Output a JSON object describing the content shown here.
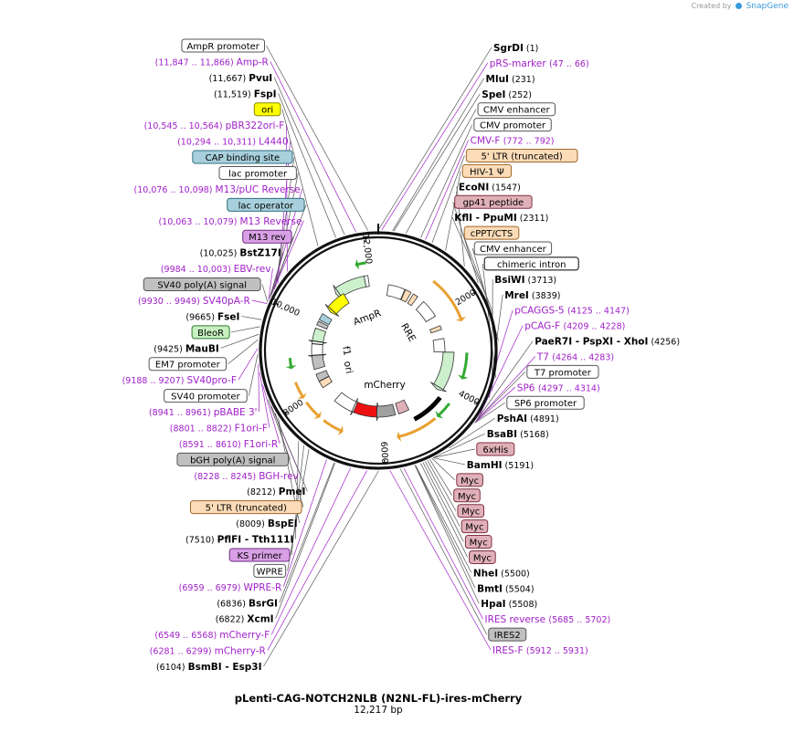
{
  "header": {
    "credit_prefix": "Created by",
    "brand": "SnapGene"
  },
  "plasmid": {
    "name": "pLenti-CAG-NOTCH2NLB (N2NL-FL)-ires-mCherry",
    "size_label": "12,217 bp",
    "total_bp": 12217
  },
  "ring_ticks": [
    {
      "bp": 2000,
      "label": "2000"
    },
    {
      "bp": 4000,
      "label": "4000"
    },
    {
      "bp": 6000,
      "label": "6000"
    },
    {
      "bp": 8000,
      "label": "8000"
    },
    {
      "bp": 10000,
      "label": "10,000"
    },
    {
      "bp": 12000,
      "label": "12,000"
    }
  ],
  "inner_feature_labels": [
    {
      "text": "AmpR"
    },
    {
      "text": "RRE"
    },
    {
      "text": "mCherry"
    },
    {
      "text": "ori"
    },
    {
      "text": "f1"
    }
  ],
  "labels_left": [
    {
      "kind": "box",
      "text": "AmpR promoter",
      "fill": "#ffffff",
      "stroke": "#555555",
      "bp": 12050
    },
    {
      "kind": "primer",
      "text": "Amp-R",
      "pos": "(11,847 .. 11,866)",
      "bp": 11856
    },
    {
      "kind": "enzyme",
      "text": "PvuI",
      "pos": "(11,667)",
      "bp": 11667
    },
    {
      "kind": "enzyme",
      "text": "FspI",
      "pos": "(11,519)",
      "bp": 11519
    },
    {
      "kind": "box",
      "text": "ori",
      "fill": "#ffff00",
      "stroke": "#888800",
      "bp": 11200
    },
    {
      "kind": "primer",
      "text": "pBR322ori-F",
      "pos": "(10,545 .. 10,564)",
      "bp": 10555
    },
    {
      "kind": "primer",
      "text": "L4440",
      "pos": "(10,294 .. 10,311)",
      "bp": 10302
    },
    {
      "kind": "box",
      "text": "CAP binding site",
      "fill": "#a8d0dc",
      "stroke": "#2f6f80",
      "bp": 10240
    },
    {
      "kind": "box",
      "text": "lac promoter",
      "fill": "#ffffff",
      "stroke": "#555555",
      "bp": 10200
    },
    {
      "kind": "primer",
      "text": "M13/pUC Reverse",
      "pos": "(10,076 .. 10,098)",
      "bp": 10087
    },
    {
      "kind": "box",
      "text": "lac operator",
      "fill": "#a8d0dc",
      "stroke": "#2f6f80",
      "bp": 10115
    },
    {
      "kind": "primer",
      "text": "M13 Reverse",
      "pos": "(10,063 .. 10,079)",
      "bp": 10071
    },
    {
      "kind": "box",
      "text": "M13 rev",
      "fill": "#d9a0e6",
      "stroke": "#6a2d80",
      "bp": 10065
    },
    {
      "kind": "enzyme",
      "text": "BstZ17I",
      "pos": "(10,025)",
      "bp": 10025
    },
    {
      "kind": "primer",
      "text": "EBV-rev",
      "pos": "(9984 .. 10,003)",
      "bp": 9993
    },
    {
      "kind": "box",
      "text": "SV40 poly(A) signal",
      "fill": "#c0c0c0",
      "stroke": "#555555",
      "bp": 9960
    },
    {
      "kind": "primer",
      "text": "SV40pA-R",
      "pos": "(9930 .. 9949)",
      "bp": 9940
    },
    {
      "kind": "enzyme",
      "text": "FseI",
      "pos": "(9665)",
      "bp": 9665
    },
    {
      "kind": "box",
      "text": "BleoR",
      "fill": "#c8f0c0",
      "stroke": "#2e7a2e",
      "bp": 9550
    },
    {
      "kind": "enzyme",
      "text": "MauBI",
      "pos": "(9425)",
      "bp": 9425
    },
    {
      "kind": "box",
      "text": "EM7 promoter",
      "fill": "#ffffff",
      "stroke": "#555555",
      "bp": 9340
    },
    {
      "kind": "primer",
      "text": "SV40pro-F",
      "pos": "(9188 .. 9207)",
      "bp": 9197
    },
    {
      "kind": "box",
      "text": "SV40 promoter",
      "fill": "#ffffff",
      "stroke": "#555555",
      "bp": 9100
    },
    {
      "kind": "primer",
      "text": "pBABE 3'",
      "pos": "(8941 .. 8961)",
      "bp": 8951
    },
    {
      "kind": "primer",
      "text": "F1ori-F",
      "pos": "(8801 .. 8822)",
      "bp": 8811
    },
    {
      "kind": "primer",
      "text": "F1ori-R",
      "pos": "(8591 .. 8610)",
      "bp": 8600
    },
    {
      "kind": "box",
      "text": "bGH poly(A) signal",
      "fill": "#c0c0c0",
      "stroke": "#555555",
      "bp": 8350
    },
    {
      "kind": "primer",
      "text": "BGH-rev",
      "pos": "(8228 .. 8245)",
      "bp": 8236
    },
    {
      "kind": "enzyme",
      "text": "PmeI",
      "pos": "(8212)",
      "bp": 8212
    },
    {
      "kind": "box",
      "text": "5' LTR (truncated)",
      "fill": "#fcdcb8",
      "stroke": "#a0662a",
      "bp": 8100
    },
    {
      "kind": "enzyme",
      "text": "BspEI",
      "pos": "(8009)",
      "bp": 8009
    },
    {
      "kind": "enzyme2",
      "text": "PflFI",
      "text2": "Tth111I",
      "pos": "(7510)",
      "bp": 7510
    },
    {
      "kind": "box",
      "text": "KS primer",
      "fill": "#d9a0e6",
      "stroke": "#6a2d80",
      "bp": 7400
    },
    {
      "kind": "box",
      "text": "WPRE",
      "fill": "#ffffff",
      "stroke": "#555555",
      "bp": 7300
    },
    {
      "kind": "primer",
      "text": "WPRE-R",
      "pos": "(6959 .. 6979)",
      "bp": 6969
    },
    {
      "kind": "enzyme",
      "text": "BsrGI",
      "pos": "(6836)",
      "bp": 6836
    },
    {
      "kind": "enzyme",
      "text": "XcmI",
      "pos": "(6822)",
      "bp": 6822
    },
    {
      "kind": "primer",
      "text": "mCherry-F",
      "pos": "(6549 .. 6568)",
      "bp": 6558
    },
    {
      "kind": "primer",
      "text": "mCherry-R",
      "pos": "(6281 .. 6299)",
      "bp": 6290
    },
    {
      "kind": "enzyme2",
      "text": "BsmBI",
      "text2": "Esp3I",
      "pos": "(6104)",
      "bp": 6104
    }
  ],
  "labels_right": [
    {
      "kind": "enzyme",
      "text": "SgrDI",
      "pos": "(1)",
      "bp": 1
    },
    {
      "kind": "primer",
      "text": "pRS-marker",
      "pos": "(47 .. 66)",
      "bp": 56
    },
    {
      "kind": "enzyme",
      "text": "MluI",
      "pos": "(231)",
      "bp": 231
    },
    {
      "kind": "enzyme",
      "text": "SpeI",
      "pos": "(252)",
      "bp": 252
    },
    {
      "kind": "box",
      "text": "CMV enhancer",
      "fill": "#ffffff",
      "stroke": "#555555",
      "bp": 450
    },
    {
      "kind": "box",
      "text": "CMV promoter",
      "fill": "#ffffff",
      "stroke": "#555555",
      "bp": 700
    },
    {
      "kind": "primer",
      "text": "CMV-F",
      "pos": "(772 .. 792)",
      "bp": 782
    },
    {
      "kind": "box",
      "text": "5' LTR (truncated)",
      "fill": "#fcdcb8",
      "stroke": "#a0662a",
      "bp": 900
    },
    {
      "kind": "box",
      "text": "HIV-1 Ψ",
      "fill": "#fcdcb8",
      "stroke": "#a0662a",
      "bp": 1150
    },
    {
      "kind": "enzyme",
      "text": "EcoNI",
      "pos": "(1547)",
      "bp": 1547
    },
    {
      "kind": "box",
      "text": "gp41 peptide",
      "fill": "#e0b0b8",
      "stroke": "#803040",
      "bp": 1900
    },
    {
      "kind": "enzyme2",
      "text": "KflI",
      "text2": "PpuMI",
      "pos": "(2311)",
      "bp": 2311
    },
    {
      "kind": "box",
      "text": "cPPT/CTS",
      "fill": "#fcdcb8",
      "stroke": "#a0662a",
      "bp": 2450
    },
    {
      "kind": "box",
      "text": "CMV enhancer",
      "fill": "#ffffff",
      "stroke": "#555555",
      "bp": 2900
    },
    {
      "kind": "box",
      "text": "chimeric intron",
      "fill": "#ffffff",
      "stroke": "#000000",
      "bp": 3500
    },
    {
      "kind": "enzyme",
      "text": "BsiWI",
      "pos": "(3713)",
      "bp": 3713
    },
    {
      "kind": "enzyme",
      "text": "MreI",
      "pos": "(3839)",
      "bp": 3839
    },
    {
      "kind": "primer",
      "text": "pCAGGS-5",
      "pos": "(4125 .. 4147)",
      "bp": 4136
    },
    {
      "kind": "primer",
      "text": "pCAG-F",
      "pos": "(4209 .. 4228)",
      "bp": 4218
    },
    {
      "kind": "enzyme3",
      "text": "PaeR7I",
      "text2": "PspXI",
      "text3": "XhoI",
      "pos": "(4256)",
      "bp": 4256
    },
    {
      "kind": "primer",
      "text": "T7",
      "pos": "(4264 .. 4283)",
      "bp": 4273
    },
    {
      "kind": "box",
      "text": "T7 promoter",
      "fill": "#ffffff",
      "stroke": "#555555",
      "bp": 4280
    },
    {
      "kind": "primer",
      "text": "SP6",
      "pos": "(4297 .. 4314)",
      "bp": 4305
    },
    {
      "kind": "box",
      "text": "SP6 promoter",
      "fill": "#ffffff",
      "stroke": "#555555",
      "bp": 4310
    },
    {
      "kind": "enzyme",
      "text": "PshAI",
      "pos": "(4891)",
      "bp": 4891
    },
    {
      "kind": "enzyme",
      "text": "BsaBI",
      "pos": "(5168)",
      "bp": 5168
    },
    {
      "kind": "box",
      "text": "6xHis",
      "fill": "#e0b0b8",
      "stroke": "#803040",
      "bp": 5180
    },
    {
      "kind": "enzyme",
      "text": "BamHI",
      "pos": "(5191)",
      "bp": 5191
    },
    {
      "kind": "box",
      "text": "Myc",
      "fill": "#e0b0b8",
      "stroke": "#803040",
      "bp": 5210
    },
    {
      "kind": "box",
      "text": "Myc",
      "fill": "#e0b0b8",
      "stroke": "#803040",
      "bp": 5250
    },
    {
      "kind": "box",
      "text": "Myc",
      "fill": "#e0b0b8",
      "stroke": "#803040",
      "bp": 5290
    },
    {
      "kind": "box",
      "text": "Myc",
      "fill": "#e0b0b8",
      "stroke": "#803040",
      "bp": 5330
    },
    {
      "kind": "box",
      "text": "Myc",
      "fill": "#e0b0b8",
      "stroke": "#803040",
      "bp": 5370
    },
    {
      "kind": "box",
      "text": "Myc",
      "fill": "#e0b0b8",
      "stroke": "#803040",
      "bp": 5410
    },
    {
      "kind": "enzyme",
      "text": "NheI",
      "pos": "(5500)",
      "bp": 5500
    },
    {
      "kind": "enzyme",
      "text": "BmtI",
      "pos": "(5504)",
      "bp": 5504
    },
    {
      "kind": "enzyme",
      "text": "HpaI",
      "pos": "(5508)",
      "bp": 5508
    },
    {
      "kind": "primer",
      "text": "IRES reverse",
      "pos": "(5685 .. 5702)",
      "bp": 5693
    },
    {
      "kind": "box",
      "text": "IRES2",
      "fill": "#c0c0c0",
      "stroke": "#555555",
      "bp": 5750
    },
    {
      "kind": "primer",
      "text": "IRES-F",
      "pos": "(5912 .. 5931)",
      "bp": 5921
    }
  ],
  "features": [
    {
      "name": "AmpR",
      "start": 11050,
      "end": 11850,
      "dir": -1,
      "color": "#ccf0cc",
      "ring": 1,
      "style": "arrow"
    },
    {
      "name": "AmpR promoter",
      "start": 11850,
      "end": 11950,
      "dir": -1,
      "color": "#ffffff",
      "ring": 1,
      "style": "box"
    },
    {
      "name": "ori",
      "start": 10560,
      "end": 11150,
      "dir": -1,
      "color": "#ffff00",
      "ring": 2,
      "style": "arrow"
    },
    {
      "name": "CAP/lac",
      "start": 10100,
      "end": 10300,
      "dir": -1,
      "color": "#a8d0dc",
      "ring": 2,
      "style": "box"
    },
    {
      "name": "SV40 polyA",
      "start": 9930,
      "end": 10050,
      "dir": -1,
      "color": "#c0c0c0",
      "ring": 2,
      "style": "box"
    },
    {
      "name": "BleoR",
      "start": 9450,
      "end": 9830,
      "dir": -1,
      "color": "#ccf0cc",
      "ring": 2,
      "style": "arrow"
    },
    {
      "name": "EM7",
      "start": 9370,
      "end": 9440,
      "dir": -1,
      "color": "#ffffff",
      "ring": 2,
      "style": "box"
    },
    {
      "name": "SV40 promoter",
      "start": 9020,
      "end": 9360,
      "dir": -1,
      "color": "#ffffff",
      "ring": 2,
      "style": "arrow"
    },
    {
      "name": "f1 ori",
      "start": 8600,
      "end": 9010,
      "dir": -1,
      "color": "#c0c0c0",
      "ring": 2,
      "style": "box"
    },
    {
      "name": "bGH",
      "start": 8230,
      "end": 8450,
      "dir": -1,
      "color": "#c0c0c0",
      "ring": 2,
      "style": "box"
    },
    {
      "name": "5LTR-left",
      "start": 8010,
      "end": 8220,
      "dir": -1,
      "color": "#fcdcb8",
      "ring": 2,
      "style": "box"
    },
    {
      "name": "WPRE",
      "start": 6900,
      "end": 7500,
      "dir": -1,
      "color": "#ffffff",
      "ring": 2,
      "style": "arrow"
    },
    {
      "name": "mCherry",
      "start": 6150,
      "end": 6850,
      "dir": -1,
      "color": "#ee1111",
      "ring": 2,
      "style": "arrow"
    },
    {
      "name": "IRES2",
      "start": 5600,
      "end": 6150,
      "dir": -1,
      "color": "#a0a0a0",
      "ring": 2,
      "style": "box"
    },
    {
      "name": "tags",
      "start": 5180,
      "end": 5500,
      "dir": 1,
      "color": "#e0b0b8",
      "ring": 2,
      "style": "box"
    },
    {
      "name": "insert",
      "start": 4320,
      "end": 5170,
      "dir": 1,
      "color": "#000000",
      "ring": 2,
      "style": "line"
    },
    {
      "name": "CMV enh 2",
      "start": 2700,
      "end": 3100,
      "dir": 1,
      "color": "#ffffff",
      "ring": 2,
      "style": "box"
    },
    {
      "name": "chimeric intron",
      "start": 3100,
      "end": 4110,
      "dir": 1,
      "color": "#ccf0cc",
      "ring": 1,
      "style": "arrow"
    },
    {
      "name": "cPPT/CTS",
      "start": 2310,
      "end": 2430,
      "dir": 1,
      "color": "#fcdcb8",
      "ring": 2,
      "style": "box"
    },
    {
      "name": "RRE",
      "start": 1450,
      "end": 2000,
      "dir": 1,
      "color": "#ffffff",
      "ring": 2,
      "style": "box"
    },
    {
      "name": "HIV psi",
      "start": 1080,
      "end": 1230,
      "dir": 1,
      "color": "#fcdcb8",
      "ring": 2,
      "style": "box"
    },
    {
      "name": "5LTR-right",
      "start": 820,
      "end": 1000,
      "dir": 1,
      "color": "#fcdcb8",
      "ring": 2,
      "style": "box"
    },
    {
      "name": "CMV",
      "start": 300,
      "end": 800,
      "dir": 1,
      "color": "#ffffff",
      "ring": 2,
      "style": "box"
    }
  ],
  "orf_arrows": [
    {
      "start": 11700,
      "end": 11950,
      "dir": -1,
      "color": "#33aa33"
    },
    {
      "start": 1300,
      "end": 2400,
      "dir": 1,
      "color": "#e8a030"
    },
    {
      "start": 3100,
      "end": 3700,
      "dir": 1,
      "color": "#33aa33"
    },
    {
      "start": 4300,
      "end": 4700,
      "dir": 1,
      "color": "#33aa33"
    },
    {
      "start": 4750,
      "end": 5700,
      "dir": 1,
      "color": "#e8a030"
    },
    {
      "start": 6900,
      "end": 7400,
      "dir": -1,
      "color": "#e8a030"
    },
    {
      "start": 7500,
      "end": 7950,
      "dir": -1,
      "color": "#e8a030"
    },
    {
      "start": 8050,
      "end": 8450,
      "dir": -1,
      "color": "#e8a030"
    },
    {
      "start": 8750,
      "end": 9000,
      "dir": -1,
      "color": "#33aa33"
    }
  ]
}
